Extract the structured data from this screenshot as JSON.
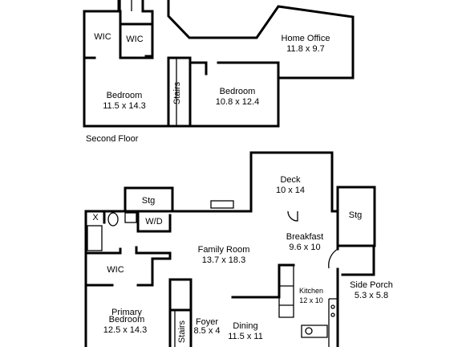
{
  "floors": {
    "second": {
      "caption": "Second Floor",
      "rooms": {
        "wic_a": {
          "name": "WIC"
        },
        "wic_b": {
          "name": "WIC"
        },
        "home_office": {
          "name": "Home Office",
          "dims": "11.8 x 9.7"
        },
        "bedroom_a": {
          "name": "Bedroom",
          "dims": "11.5 x 14.3"
        },
        "stairs": {
          "name": "Stairs"
        },
        "bedroom_b": {
          "name": "Bedroom",
          "dims": "10.8 x 12.4"
        }
      }
    },
    "first": {
      "rooms": {
        "stg_a": {
          "name": "Stg"
        },
        "deck": {
          "name": "Deck",
          "dims": "10 x 14"
        },
        "stg_b": {
          "name": "Stg"
        },
        "x_mark": {
          "name": "X"
        },
        "wd": {
          "name": "W/D"
        },
        "family_room": {
          "name": "Family Room",
          "dims": "13.7 x 18.3"
        },
        "breakfast": {
          "name": "Breakfast",
          "dims": "9.6 x 10"
        },
        "wic": {
          "name": "WIC"
        },
        "side_porch": {
          "name": "Side Porch",
          "dims": "5.3 x 5.8"
        },
        "kitchen": {
          "name": "Kitchen",
          "dims": "12 x 10"
        },
        "primary_bedroom": {
          "name_line1": "Primary",
          "name_line2": "Bedroom",
          "dims": "12.5 x 14.3"
        },
        "foyer": {
          "name": "Foyer",
          "dims": "8.5 x 4"
        },
        "dining": {
          "name": "Dining",
          "dims": "11.5 x 11"
        },
        "stairs": {
          "name": "Stairs"
        }
      }
    }
  }
}
